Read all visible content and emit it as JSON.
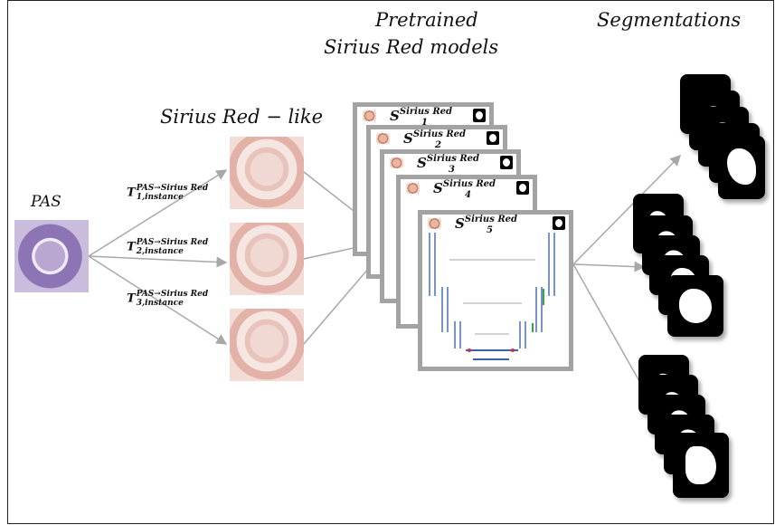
{
  "labels": {
    "pas": "PAS",
    "sirius_like": "Sirius Red  − like",
    "pretrained_line1": "Pretrained",
    "pretrained_line2": "Sirius Red models",
    "segmentations": "Segmentations"
  },
  "transforms": [
    {
      "base": "T",
      "sup": "PAS→Sirius Red",
      "sub": "1,instance"
    },
    {
      "base": "T",
      "sup": "PAS→Sirius Red",
      "sub": "2,instance"
    },
    {
      "base": "T",
      "sup": "PAS→Sirius Red",
      "sub": "3,instance"
    }
  ],
  "models": [
    {
      "base": "S",
      "sub": "1",
      "sup": "Sirius Red"
    },
    {
      "base": "S",
      "sub": "2",
      "sup": "Sirius Red"
    },
    {
      "base": "S",
      "sub": "3",
      "sup": "Sirius Red"
    },
    {
      "base": "S",
      "sub": "4",
      "sup": "Sirius Red"
    },
    {
      "base": "S",
      "sub": "5",
      "sup": "Sirius Red"
    }
  ],
  "colors": {
    "arrow": "#a8a8a8",
    "card_border": "#a3a3a3",
    "pas_stain": "#8c74b5",
    "sirius_stain": "#e2b1a8"
  }
}
